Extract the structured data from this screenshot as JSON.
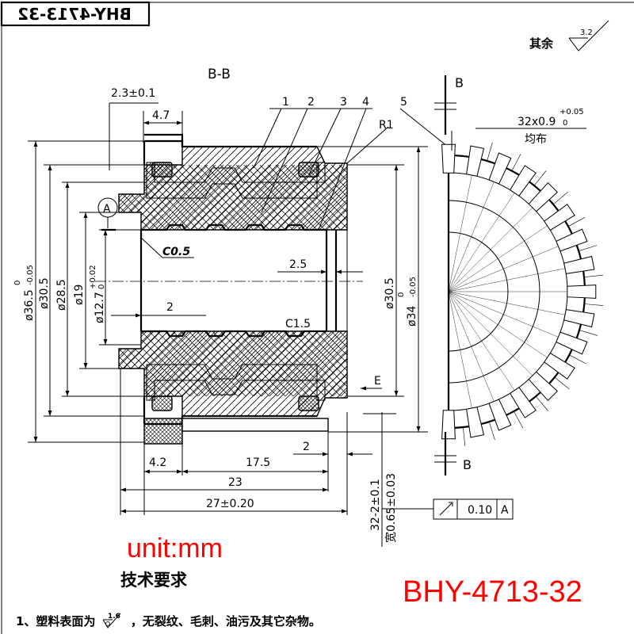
{
  "title_block": {
    "part_no_mirrored": "BHY-4713-32"
  },
  "surface_roughness": {
    "label": "其余",
    "value": "3.2"
  },
  "section": {
    "label": "B-B",
    "view_mark_top": "B",
    "view_mark_bottom": "B"
  },
  "balloons": [
    "1",
    "2",
    "3",
    "4",
    "5"
  ],
  "datum": {
    "label": "A",
    "letter_e": "E"
  },
  "dimensions": {
    "d_2_3": "2.3±0.1",
    "d_4_7": "4.7",
    "r1": "R1",
    "c0_5": "C0.5",
    "d_2_5": "2.5",
    "d_2_left": "2",
    "c1_5": "C1.5",
    "dia_36_5_main": "ø36.5",
    "dia_36_5_tol": "0",
    "dia_36_5_tol2": "-0.05",
    "dia_30_5_left": "ø30.5",
    "dia_28_5": "ø28.5",
    "dia_19": "ø19",
    "dia_12_7_main": "ø12.7",
    "dia_12_7_tol": "+0.02",
    "dia_12_7_tol2": "0",
    "dia_30_5_right": "ø30.5",
    "dia_34_main": "ø34",
    "dia_34_tol": "0",
    "dia_34_tol2": "-0.05",
    "d_4_2": "4.2",
    "d_17_5": "17.5",
    "d_2_bottom": "2",
    "d_23": "23",
    "d_27": "27±0.20",
    "d_32_2": "32-2±0.1",
    "d_width": "宽0.65±0.03",
    "slots_main": "32x0.9",
    "slots_tol_top": "+0.05",
    "slots_tol_bot": "0",
    "slots_even": "均布"
  },
  "tolerance_frame": {
    "value": "0.10",
    "datum": "A"
  },
  "unit_label": "unit:mm",
  "part_label": "BHY-4713-32",
  "requirements": {
    "title": "技术要求",
    "item1_prefix": "1、塑料表面为",
    "item1_roughness": "1.6",
    "item1_suffix": "，无裂纹、毛刺、油污及其它杂物。"
  },
  "colors": {
    "annotation_red": "#ff0000",
    "line": "#000000"
  }
}
